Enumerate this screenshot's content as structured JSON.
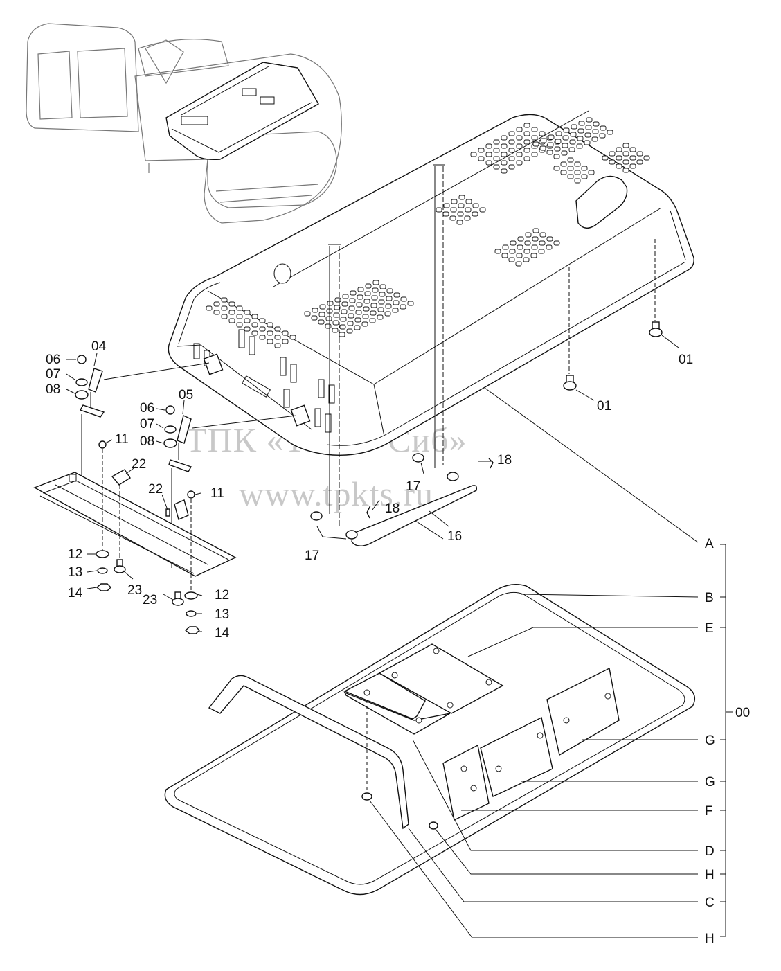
{
  "watermark": {
    "line1": "ТПК «Техно-Сиб»",
    "line2": "www.tpkts.ru"
  },
  "callouts": {
    "p01a": "01",
    "p01b": "01",
    "p04": "04",
    "p05": "05",
    "p06a": "06",
    "p06b": "06",
    "p07a": "07",
    "p07b": "07",
    "p08a": "08",
    "p08b": "08",
    "p11a": "11",
    "p11b": "11",
    "p12a": "12",
    "p12b": "12",
    "p13a": "13",
    "p13b": "13",
    "p14a": "14",
    "p14b": "14",
    "p16": "16",
    "p17a": "17",
    "p17b": "17",
    "p18a": "18",
    "p18b": "18",
    "p22a": "22",
    "p22b": "22",
    "p23a": "23",
    "p23b": "23"
  },
  "letters": {
    "A": "A",
    "B": "B",
    "E": "E",
    "G1": "G",
    "G2": "G",
    "F": "F",
    "D": "D",
    "H1": "H",
    "C": "C",
    "H2": "H"
  },
  "assembly": "00"
}
